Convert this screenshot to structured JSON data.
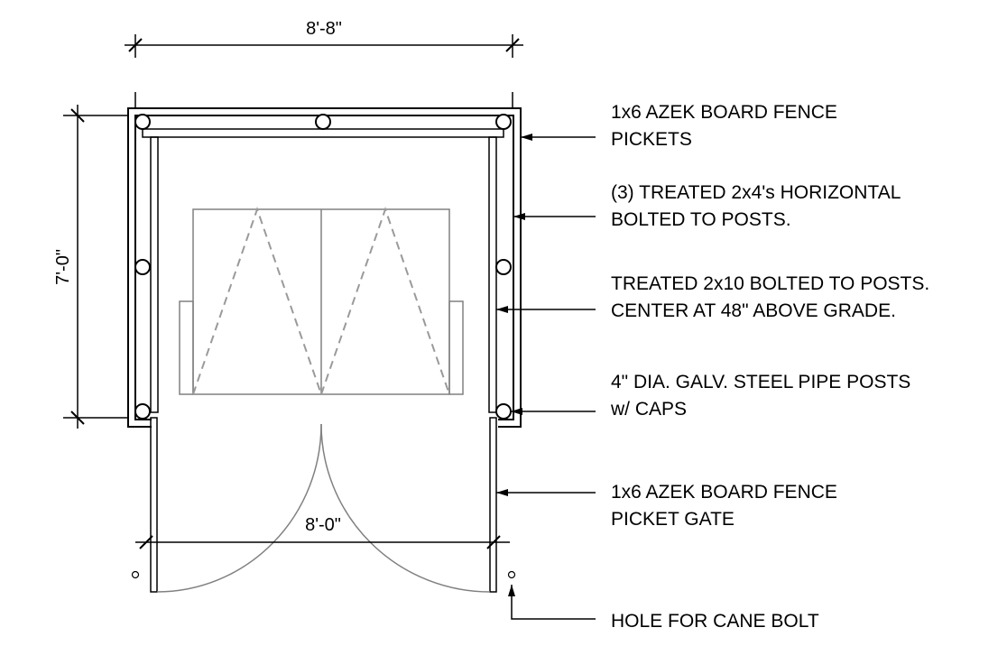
{
  "dimensions": {
    "overall_width": "8'-8\"",
    "overall_depth": "7'-0\"",
    "gate_width": "8'-0\""
  },
  "notes": {
    "fence_pickets": [
      "1x6 AZEK BOARD FENCE",
      "PICKETS"
    ],
    "horizontal_2x4": [
      "(3) TREATED 2x4's HORIZONTAL",
      "BOLTED TO POSTS."
    ],
    "rail_2x10": [
      "TREATED 2x10 BOLTED TO POSTS.",
      "CENTER AT 48\" ABOVE GRADE."
    ],
    "pipe_posts": [
      "4\" DIA. GALV. STEEL PIPE POSTS",
      "w/ CAPS"
    ],
    "picket_gate": [
      "1x6 AZEK BOARD FENCE",
      "PICKET GATE"
    ],
    "cane_bolt": [
      "HOLE FOR CANE BOLT"
    ]
  }
}
